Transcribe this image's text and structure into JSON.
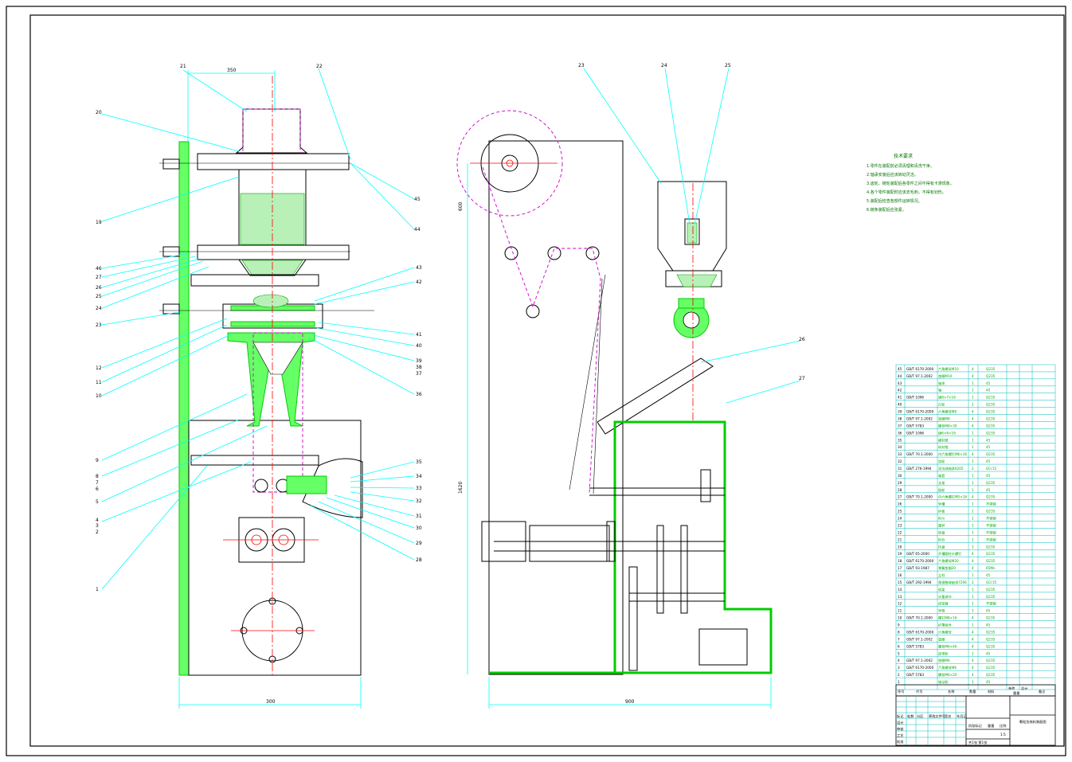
{
  "drawing": {
    "left_view_labels": [
      "21",
      "22",
      "20",
      "19",
      "46",
      "27",
      "26",
      "25",
      "24",
      "23",
      "45",
      "44",
      "43",
      "42",
      "41",
      "40",
      "39",
      "38",
      "37",
      "36",
      "12",
      "11",
      "10",
      "9",
      "8",
      "7",
      "6",
      "5",
      "4",
      "3",
      "2",
      "1",
      "35",
      "34",
      "33",
      "32",
      "31",
      "30",
      "29",
      "28"
    ],
    "right_view_labels": [
      "23",
      "24",
      "25",
      "26",
      "27"
    ],
    "notes_title": "技术要求",
    "notes": [
      "1.零件在装配前必须清理和清洗干净。",
      "2.轴承安装后应该转动灵活。",
      "3.齿轮、链轮装配后各零件之间不得有卡滞现象。",
      "4.各个零件装配时应该去毛刺，不得有划伤。",
      "5.装配后检查各部件运转情况。",
      "6.链条装配后应张紧。"
    ],
    "dimension_labels": [
      "300",
      "600",
      "350",
      "1620",
      "900"
    ]
  },
  "parts_table": {
    "rows": [
      [
        "45",
        "GB/T 6170-2000",
        "六角螺母M10",
        "4",
        "Q235"
      ],
      [
        "44",
        "GB/T 97.1-2002",
        "垫圈M10",
        "4",
        "Q235"
      ],
      [
        "43",
        "",
        "轴承",
        "1",
        "45"
      ],
      [
        "42",
        "",
        "轴",
        "1",
        "45"
      ],
      [
        "41",
        "GB/T 1096",
        "键8×7×16",
        "1",
        "Q235"
      ],
      [
        "40",
        "",
        "凸轮",
        "2",
        "Q235"
      ],
      [
        "39",
        "GB/T 6170-2000",
        "六角螺母M8",
        "4",
        "Q235"
      ],
      [
        "38",
        "GB/T 97.1-2002",
        "垫圈M8",
        "4",
        "Q235"
      ],
      [
        "37",
        "GB/T 5783",
        "螺栓M8×30",
        "4",
        "Q235"
      ],
      [
        "36",
        "GB/T 1096",
        "键6×6×16",
        "1",
        "Q235"
      ],
      [
        "35",
        "",
        "横封辊",
        "1",
        "45"
      ],
      [
        "34",
        "",
        "纵封辊",
        "1",
        "45"
      ],
      [
        "33",
        "GB/T 70.1-2000",
        "内六角螺钉M6×16",
        "4",
        "Q235"
      ],
      [
        "32",
        "",
        "齿轮",
        "1",
        "45"
      ],
      [
        "31",
        "GB/T 276-1994",
        "深沟球轴承6205",
        "2",
        "GCr15"
      ],
      [
        "30",
        "",
        "轴套",
        "1",
        "45"
      ],
      [
        "29",
        "",
        "支架",
        "1",
        "Q235"
      ],
      [
        "28",
        "",
        "链轮",
        "1",
        "45"
      ],
      [
        "27",
        "GB/T 70.1-2000",
        "内六角螺钉M5×16",
        "4",
        "Q235"
      ],
      [
        "26",
        "",
        "导槽",
        "1",
        "不锈钢"
      ],
      [
        "25",
        "",
        "护板",
        "1",
        "Q235"
      ],
      [
        "24",
        "",
        "料斗",
        "1",
        "不锈钢"
      ],
      [
        "23",
        "",
        "量杯",
        "1",
        "不锈钢"
      ],
      [
        "22",
        "",
        "转盘",
        "1",
        "不锈钢"
      ],
      [
        "21",
        "",
        "料仓",
        "1",
        "不锈钢"
      ],
      [
        "20",
        "",
        "托盘",
        "1",
        "Q235"
      ],
      [
        "19",
        "GB/T 65-2000",
        "开槽圆柱头螺钉",
        "4",
        "Q235"
      ],
      [
        "18",
        "GB/T 6170-2000",
        "六角螺母M20",
        "4",
        "Q235"
      ],
      [
        "17",
        "GB/T 93-1987",
        "弹簧垫圈20",
        "4",
        "65Mn"
      ],
      [
        "16",
        "",
        "立柱",
        "1",
        "45"
      ],
      [
        "15",
        "GB/T 292-1994",
        "角接触球轴承7206",
        "2",
        "GCr15"
      ],
      [
        "14",
        "",
        "机架",
        "1",
        "Q235"
      ],
      [
        "13",
        "",
        "计量调节",
        "1",
        "Q235"
      ],
      [
        "12",
        "",
        "成型器",
        "1",
        "不锈钢"
      ],
      [
        "11",
        "",
        "导辊",
        "1",
        "45"
      ],
      [
        "10",
        "GB/T 70.1-2000",
        "螺钉M8×16",
        "4",
        "Q235"
      ],
      [
        "9",
        "",
        "护罩组件",
        "1",
        "45"
      ],
      [
        "8",
        "GB/T 6170-2000",
        "六角螺母",
        "4",
        "Q235"
      ],
      [
        "7",
        "GB/T 97.1-2002",
        "垫圈",
        "4",
        "Q235"
      ],
      [
        "6",
        "GB/T 5783",
        "螺栓M6×40",
        "4",
        "Q235"
      ],
      [
        "5",
        "",
        "皮带轮",
        "1",
        "45"
      ],
      [
        "4",
        "GB/T 97.1-2002",
        "垫圈M6",
        "4",
        "Q235"
      ],
      [
        "3",
        "GB/T 6170-2000",
        "六角螺母M6",
        "4",
        "Q235"
      ],
      [
        "2",
        "GB/T 5783",
        "螺栓M6×20",
        "4",
        "Q235"
      ],
      [
        "1",
        "",
        "电动机",
        "1",
        "45"
      ]
    ],
    "header": [
      "序号",
      "代号",
      "名称",
      "数量",
      "材料",
      "单件",
      "总计",
      "重量",
      "备注"
    ],
    "title_block": {
      "drawing_title": "颗粒包装机装配图",
      "scale_label": "比例",
      "scale_value": "1:5",
      "sheet": "共1张 第1张",
      "roles": [
        "设计",
        "审核",
        "工艺",
        "批准"
      ],
      "stage_labels": [
        "阶段标记",
        "重量",
        "比例"
      ],
      "revision_labels": [
        "标记",
        "处数",
        "分区",
        "更改文件号",
        "签名",
        "年月日"
      ]
    }
  }
}
